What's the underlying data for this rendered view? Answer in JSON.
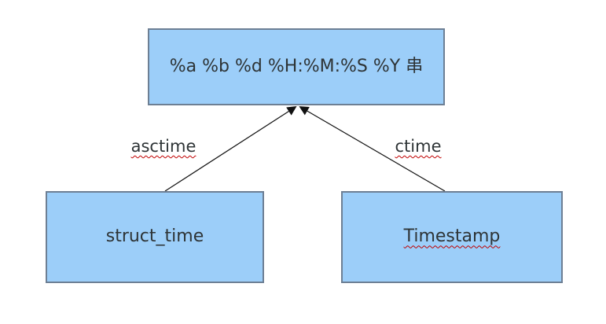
{
  "diagram": {
    "title": "time format conversion diagram",
    "nodes": [
      {
        "id": "format_string",
        "label": "%a %b %d %H:%M:%S %Y 串"
      },
      {
        "id": "struct_time",
        "label": "struct_time"
      },
      {
        "id": "timestamp",
        "label": "Timestamp"
      }
    ],
    "edges": [
      {
        "from": "struct_time",
        "to": "format_string",
        "label": "asctime"
      },
      {
        "from": "timestamp",
        "to": "format_string",
        "label": "ctime"
      }
    ],
    "colors": {
      "node_fill": "#9ccef9",
      "node_border": "#6d7f94",
      "text": "#2e3436",
      "arrow": "#111111",
      "spellcheck_underline": "#c00000",
      "background": "#ffffff"
    }
  }
}
